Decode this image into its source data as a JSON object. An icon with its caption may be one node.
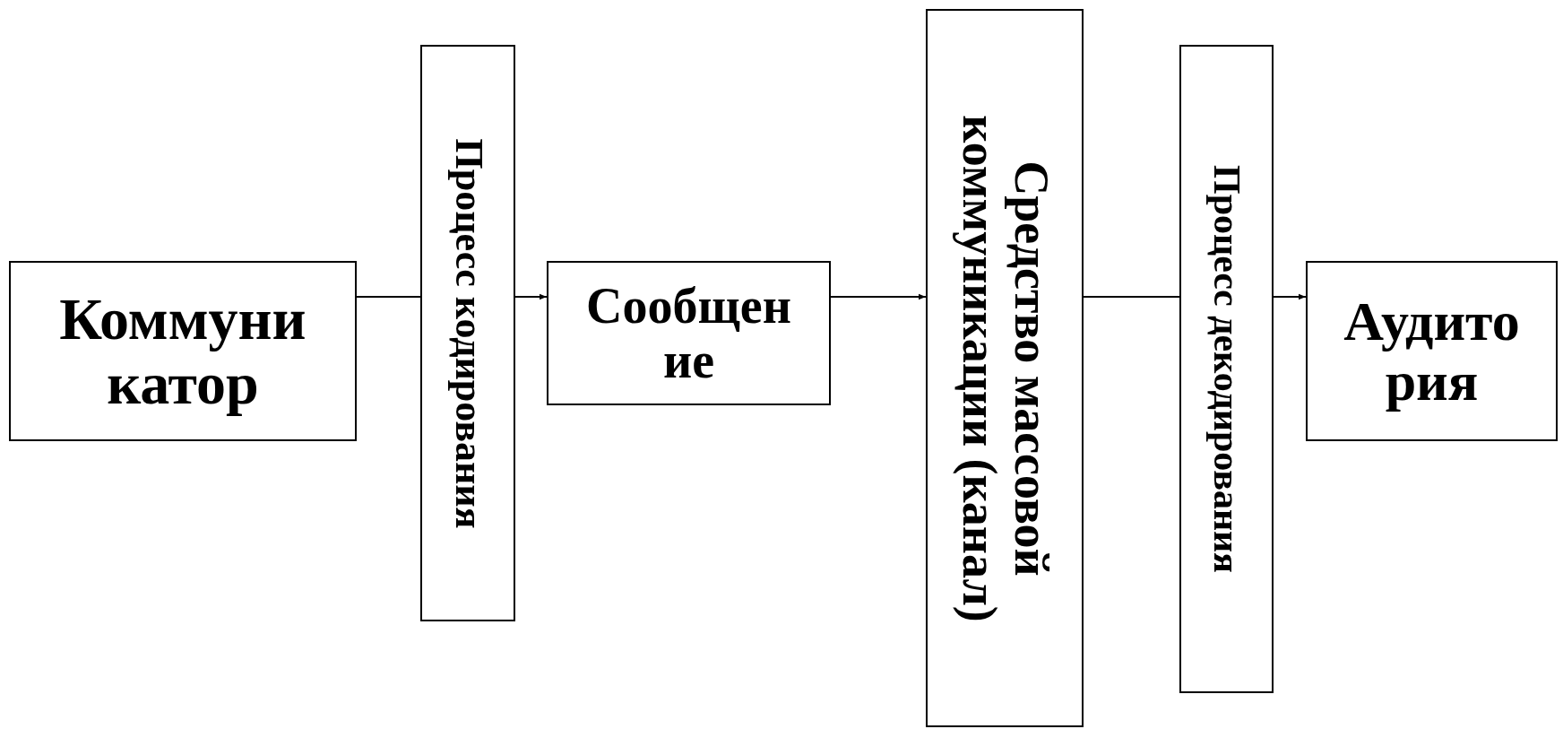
{
  "diagram": {
    "nodes": [
      {
        "text": [
          "Коммуникатор"
        ]
      },
      {
        "text": [
          "Процесс кодирования"
        ]
      },
      {
        "text": [
          "Сообщение"
        ]
      },
      {
        "text": [
          "Средство массовой коммуникации (канал)"
        ]
      },
      {
        "text": [
          "Процесс декодирования"
        ]
      },
      {
        "text": [
          "Аудитория"
        ]
      }
    ],
    "edges": [
      {
        "from": 0,
        "to": 1,
        "arrow": "none"
      },
      {
        "from": 1,
        "to": 2,
        "arrow": "to"
      },
      {
        "from": 2,
        "to": 3,
        "arrow": "to"
      },
      {
        "from": 3,
        "to": 4,
        "arrow": "none"
      },
      {
        "from": 4,
        "to": 5,
        "arrow": "to"
      }
    ]
  }
}
